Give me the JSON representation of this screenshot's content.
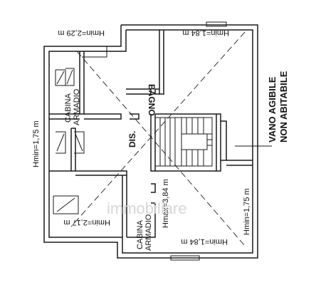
{
  "labels": {
    "bagno": "BAGNO",
    "dis": "DIS.",
    "cabina_top_1": "CABINA",
    "cabina_top_2": "ARMADIO",
    "cabina_bottom_1": "CABINA",
    "cabina_bottom_2": "ARMADIO",
    "vano_1": "VANO AGIBILE",
    "vano_2": "NON ABITABILE"
  },
  "dimensions": {
    "hmin_top_left": "Hmin=2,29 m",
    "hmin_top_right": "Hmin=1,84 m",
    "hmin_left": "Hmin=1,75 m",
    "hmin_right": "Hmin=1,75 m",
    "hmax_center": "Hmax=3,84 m",
    "hmin_bottom_left": "Hmin=2,17 m",
    "hmin_bottom_right": "Hmin=1,84 m"
  },
  "watermark": "immobiliare"
}
